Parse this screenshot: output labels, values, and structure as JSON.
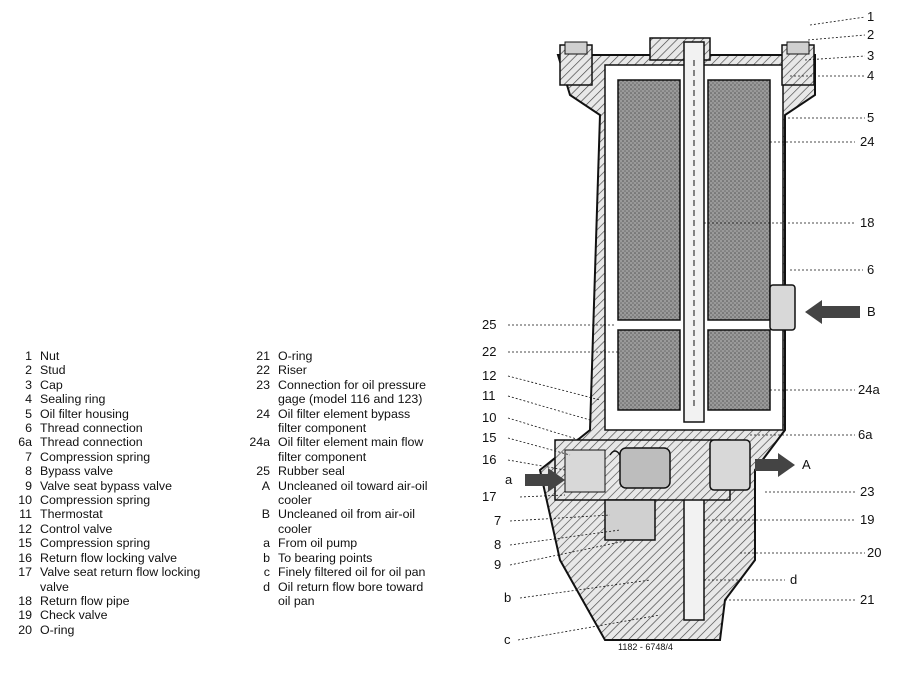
{
  "legend_left": [
    {
      "n": "1",
      "t": "Nut"
    },
    {
      "n": "2",
      "t": "Stud"
    },
    {
      "n": "3",
      "t": "Cap"
    },
    {
      "n": "4",
      "t": "Sealing ring"
    },
    {
      "n": "5",
      "t": "Oil filter housing"
    },
    {
      "n": "6",
      "t": "Thread connection"
    },
    {
      "n": "6a",
      "t": "Thread connection"
    },
    {
      "n": "7",
      "t": "Compression spring"
    },
    {
      "n": "8",
      "t": "Bypass valve"
    },
    {
      "n": "9",
      "t": "Valve seat bypass valve"
    },
    {
      "n": "10",
      "t": "Compression spring"
    },
    {
      "n": "11",
      "t": "Thermostat"
    },
    {
      "n": "12",
      "t": "Control valve"
    },
    {
      "n": "15",
      "t": "Compression spring"
    },
    {
      "n": "16",
      "t": "Return flow locking valve"
    },
    {
      "n": "17",
      "t": "Valve seat return flow locking valve"
    },
    {
      "n": "18",
      "t": "Return flow pipe"
    },
    {
      "n": "19",
      "t": "Check valve"
    },
    {
      "n": "20",
      "t": "O-ring"
    }
  ],
  "legend_right": [
    {
      "n": "21",
      "t": "O-ring"
    },
    {
      "n": "22",
      "t": "Riser"
    },
    {
      "n": "23",
      "t": "Connection for oil pressure gage (model 116 and 123)"
    },
    {
      "n": "24",
      "t": "Oil filter element bypass filter component"
    },
    {
      "n": "24a",
      "t": "Oil filter element main flow filter component"
    },
    {
      "n": "25",
      "t": "Rubber seal"
    },
    {
      "n": "A",
      "t": "Uncleaned oil toward air-oil cooler"
    },
    {
      "n": "B",
      "t": "Uncleaned oil from air-oil cooler"
    },
    {
      "n": "a",
      "t": "From oil pump"
    },
    {
      "n": "b",
      "t": "To bearing points"
    },
    {
      "n": "c",
      "t": "Finely filtered oil for oil pan"
    },
    {
      "n": "d",
      "t": "Oil return flow bore toward oil pan"
    }
  ],
  "callouts_right": [
    "1",
    "2",
    "3",
    "4",
    "5",
    "24",
    "18",
    "6",
    "B",
    "24a",
    "6a",
    "A",
    "23",
    "19",
    "20",
    "d",
    "21"
  ],
  "callouts_left": [
    "25",
    "22",
    "12",
    "11",
    "10",
    "15",
    "16",
    "a",
    "17",
    "7",
    "8",
    "9",
    "b",
    "c"
  ],
  "figure_ref": "1182 - 6748/4"
}
